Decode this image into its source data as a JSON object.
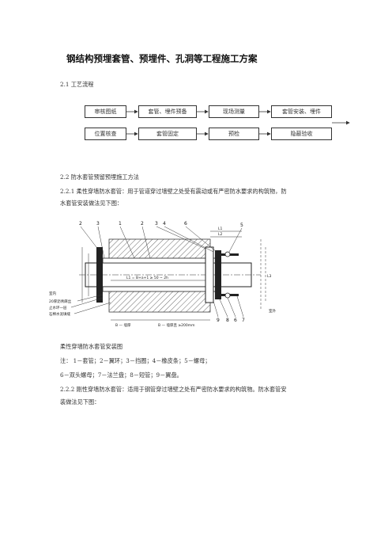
{
  "title": "钢结构预埋套管、预埋件、孔洞等工程施工方案",
  "section_2_1": "2.1 工艺流程",
  "flow_row1": [
    "审核图纸",
    "套管、埋件预备",
    "现场测量",
    "套管安装、埋件"
  ],
  "flow_row2": [
    "位置核查",
    "套管固定",
    "预检",
    "隐蔽验收"
  ],
  "section_2_2": "2.2 防水套管预留预埋施工方法",
  "para_2_2_1_line1": "2.2.1 柔性穿墙防水套管：用于管道穿过墙壁之处受有震动或有严密防水要求的构筑物，防",
  "para_2_2_1_line2": "水套管安装做法见下图：",
  "figure": {
    "callouts_top": [
      "2",
      "3",
      "1",
      "2",
      "3",
      "4",
      "6",
      "5"
    ],
    "callouts_bottom": [
      "9",
      "8",
      "6",
      "7"
    ],
    "dim_center": "L1 = B+a+1 ≥ 50 ~ 2h",
    "dim_bottom_left": "B — 墙厚",
    "dim_bottom_right": "B — 墙厚且 ≥200mm",
    "left_labels": [
      "室内",
      "20厚沥青麻丝",
      "止水环一层",
      "石棉水泥填缝"
    ],
    "right_label": "室外",
    "dim_right": "L3",
    "dim_top": [
      "L1",
      "L2"
    ]
  },
  "caption": "柔性穿墙防水套管安装图",
  "note_line1": "注：  1－套管；2－翼环；3－挡圈；4－橡皮条；5－螺母；",
  "note_line2": "6－双头螺母；7－法兰盘；8－短管；9－翼盘。",
  "para_2_2_2_line1": "2.2.2 刚性穿墙防水套管：适用于钢管穿过墙壁之处有严密防水要求的构筑物。防水套管安",
  "para_2_2_2_line2": "装做法见下图："
}
